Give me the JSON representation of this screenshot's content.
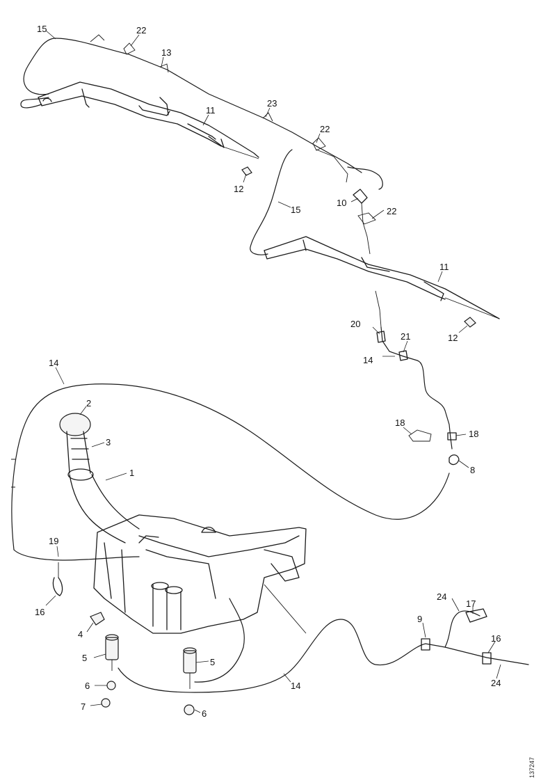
{
  "reference_code": "137247",
  "callouts": [
    "15",
    "22",
    "13",
    "11",
    "23",
    "22",
    "12",
    "15",
    "10",
    "22",
    "11",
    "12",
    "20",
    "21",
    "14",
    "18",
    "18",
    "8",
    "14",
    "2",
    "3",
    "1",
    "19",
    "16",
    "4",
    "5",
    "5",
    "6",
    "7",
    "6",
    "24",
    "17",
    "9",
    "16",
    "14",
    "24"
  ]
}
